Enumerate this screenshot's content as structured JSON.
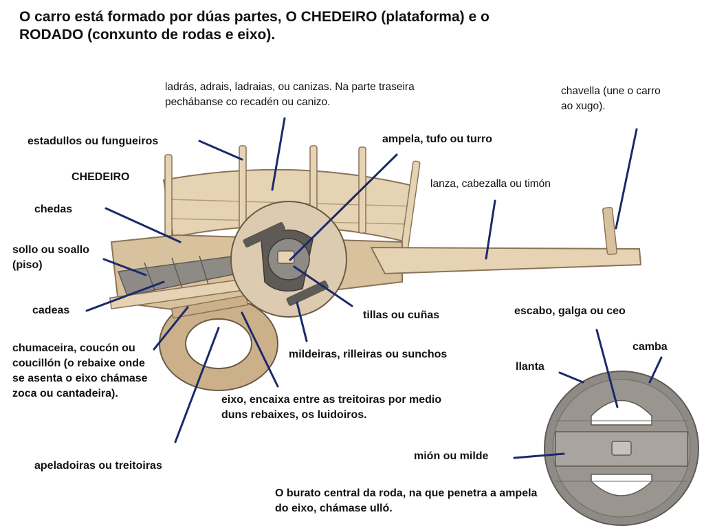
{
  "title": "O carro está formado por dúas partes, O CHEDEIRO (plataforma) e o RODADO (conxunto de rodas e eixo).",
  "labels": {
    "ladras": "ladrás, adrais,  ladraias, ou canizas. Na parte traseira pechábanse co recadén ou canizo.",
    "chavella": "chavella (une o carro ao xugo).",
    "estadullos": "estadullos ou fungueiros",
    "ampela": "ampela, tufo ou turro",
    "chedeiro": "CHEDEIRO",
    "lanza": "lanza, cabezalla ou timón",
    "chedas": "chedas",
    "sollo": "sollo ou soallo (piso)",
    "cadeas": "cadeas",
    "tillas": "tillas ou cuñas",
    "escabo": "escabo, galga ou ceo",
    "camba": "camba",
    "chumaceira": "chumaceira, coucón ou coucillón (o rebaixe onde se asenta o eixo chámase zoca ou cantadeira).",
    "mildeiras": "mildeiras, rilleiras ou sunchos",
    "llanta": "llanta",
    "eixo": "eixo, encaixa entre as treitoiras por medio duns rebaixes, os luidoiros.",
    "mion": "mión ou milde",
    "apeladoiras": "apeladoiras ou treitoiras",
    "burato": "O burato central da roda, na que penetra a ampela do eixo, chámase ulló."
  },
  "colors": {
    "wood_light": "#e6d3b3",
    "wood_mid": "#cbb08a",
    "wood_dark": "#8a7358",
    "stone": "#8e8a85",
    "stone_dark": "#5e5a55",
    "leader": "#1a2a6c"
  }
}
